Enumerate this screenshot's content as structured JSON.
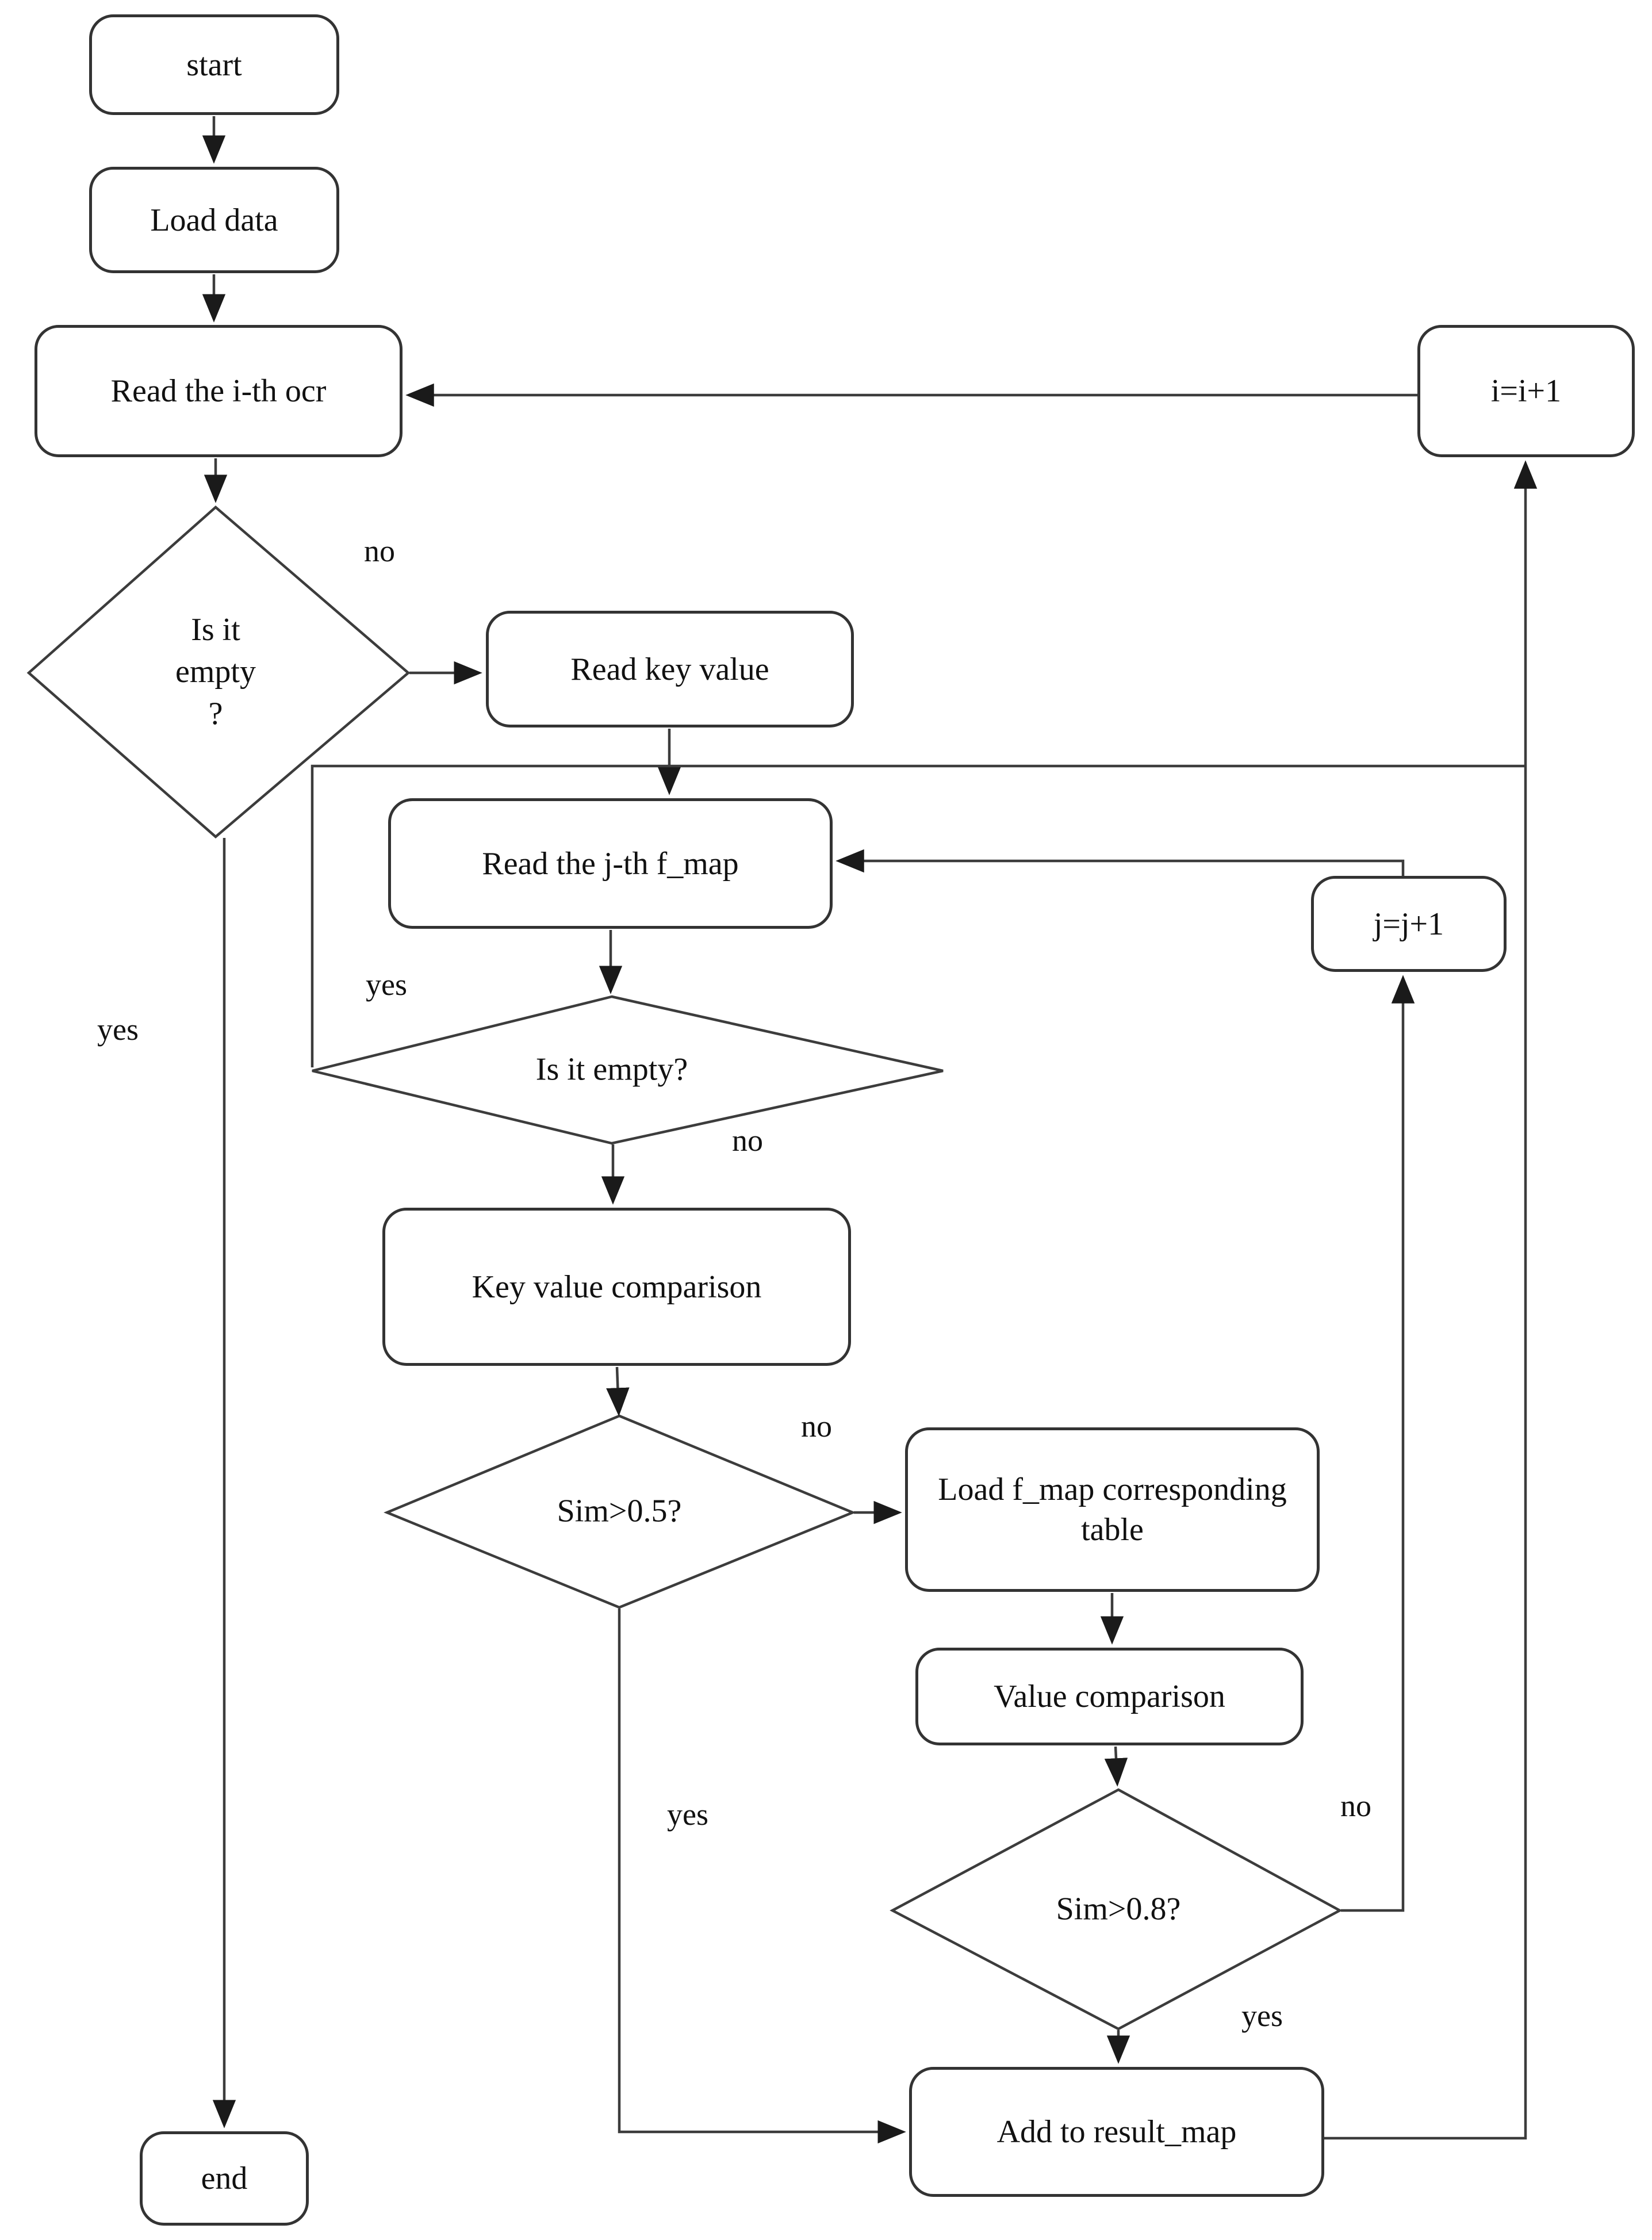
{
  "flowchart": {
    "nodes": {
      "start": "start",
      "load_data": "Load data",
      "read_ith_ocr": "Read the i-th ocr",
      "is_it_empty_i": "Is it\nempty\n?",
      "read_key_value": "Read key value",
      "read_jth_fmap": "Read the j-th f_map",
      "is_it_empty_j": "Is it empty?",
      "key_value_comparison": "Key value comparison",
      "sim_gt_05": "Sim>0.5?",
      "load_fmap_table": "Load f_map corresponding table",
      "value_comparison": "Value comparison",
      "sim_gt_08": "Sim>0.8?",
      "add_to_result_map": "Add to result_map",
      "increment_i": "i=i+1",
      "increment_j": "j=j+1",
      "end": "end"
    },
    "edge_labels": {
      "ocr_empty_no": "no",
      "ocr_empty_yes": "yes",
      "fmap_empty_yes": "yes",
      "fmap_empty_no": "no",
      "sim05_no": "no",
      "sim05_yes": "yes",
      "sim08_no": "no",
      "sim08_yes": "yes"
    },
    "colors": {
      "line_stroke": "#3c3c3c",
      "box_border": "#333333",
      "text": "#111111",
      "background": "#ffffff"
    }
  }
}
